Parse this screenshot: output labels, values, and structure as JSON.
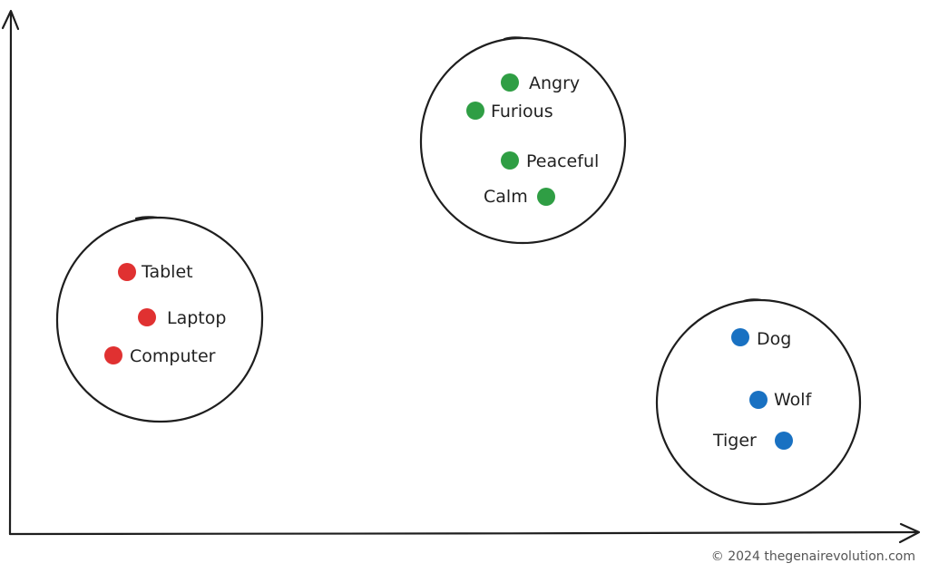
{
  "diagram": {
    "clusters": [
      {
        "id": "devices",
        "color": "#e03131",
        "items": [
          {
            "label": "Tablet"
          },
          {
            "label": "Laptop"
          },
          {
            "label": "Computer"
          }
        ]
      },
      {
        "id": "emotions",
        "color": "#2f9e44",
        "items": [
          {
            "label": "Angry"
          },
          {
            "label": "Furious"
          },
          {
            "label": "Peaceful"
          },
          {
            "label": "Calm"
          }
        ]
      },
      {
        "id": "animals",
        "color": "#1971c2",
        "items": [
          {
            "label": "Dog"
          },
          {
            "label": "Wolf"
          },
          {
            "label": "Tiger"
          }
        ]
      }
    ],
    "copyright": "© 2024 thegenairevolution.com"
  }
}
